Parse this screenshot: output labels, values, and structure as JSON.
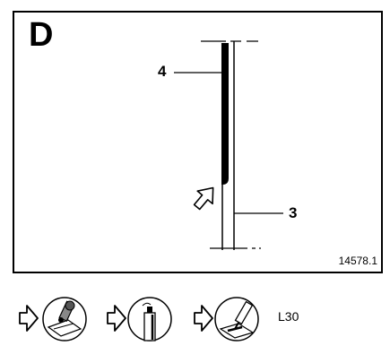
{
  "figure": {
    "panel_letter": "D",
    "callouts": {
      "item_4": "4",
      "item_3": "3"
    },
    "figure_number": "14578.1"
  },
  "procedure": {
    "steps": [
      {
        "icon": "degrease-brush-icon"
      },
      {
        "icon": "spray-can-icon"
      },
      {
        "icon": "apply-sealant-icon"
      }
    ],
    "arrow_icon": "outline-right-arrow-icon",
    "step_label": "L30"
  }
}
